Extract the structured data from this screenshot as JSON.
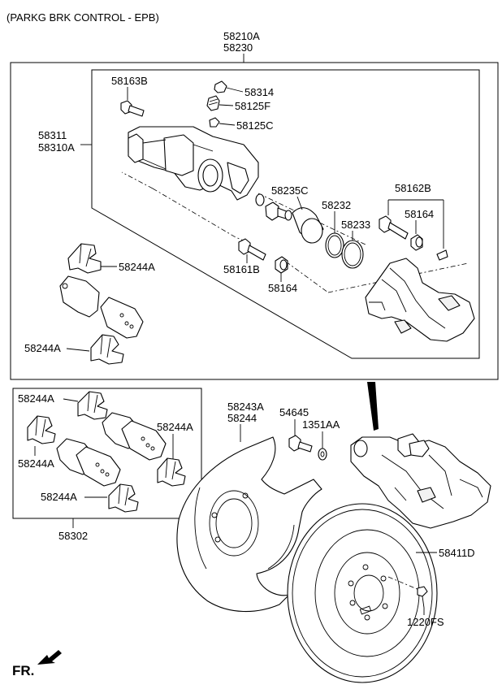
{
  "header": {
    "title": "(PARKG BRK CONTROL - EPB)"
  },
  "labels": {
    "asm_main_a": "58210A",
    "asm_main_b": "58230",
    "caliper_a": "58311",
    "caliper_b": "58310A",
    "bolt_guide_upper": "58163B",
    "cap_58314": "58314",
    "bleeder_screw": "58125F",
    "bleeder_cap": "58125C",
    "piston_seal_kit": "58235C",
    "piston_seal": "58232",
    "dust_boot": "58233",
    "bolt_guide_rear": "58162B",
    "boot_rear": "58164",
    "bolt_guide_lower": "58161B",
    "boot_lower": "58164",
    "clip_upper_inner": "58244A",
    "clip_lower_inner": "58244A",
    "pad_kit_clip_1": "58244A",
    "pad_kit_clip_2": "58244A",
    "pad_kit_clip_3": "58244A",
    "pad_kit_clip_4": "58244A",
    "pad_kit": "58302",
    "shield_a": "58243A",
    "shield_b": "58244",
    "bolt_54645": "54645",
    "washer_1351AA": "1351AA",
    "disc": "58411D",
    "disc_screw": "1220FS"
  },
  "footer": {
    "fr_label": "FR."
  }
}
